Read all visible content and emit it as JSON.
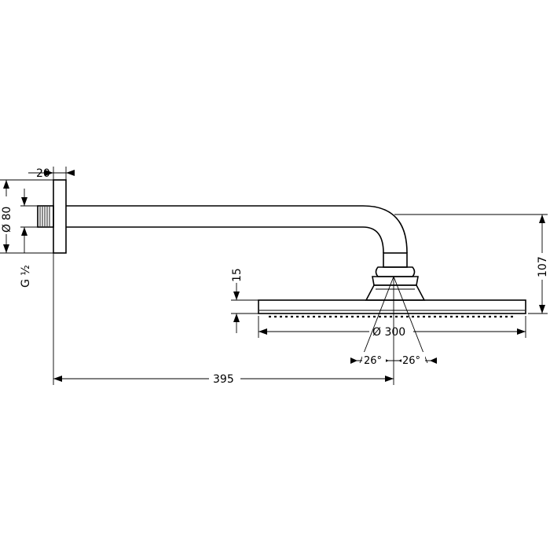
{
  "dimensions": {
    "flange_depth": "20",
    "flange_diameter": "Ø 80",
    "thread": "G ½",
    "projection": "395",
    "height": "107",
    "head_thickness": "15",
    "head_diameter": "Ø 300",
    "tilt_left": "26°",
    "tilt_right": "26°"
  }
}
